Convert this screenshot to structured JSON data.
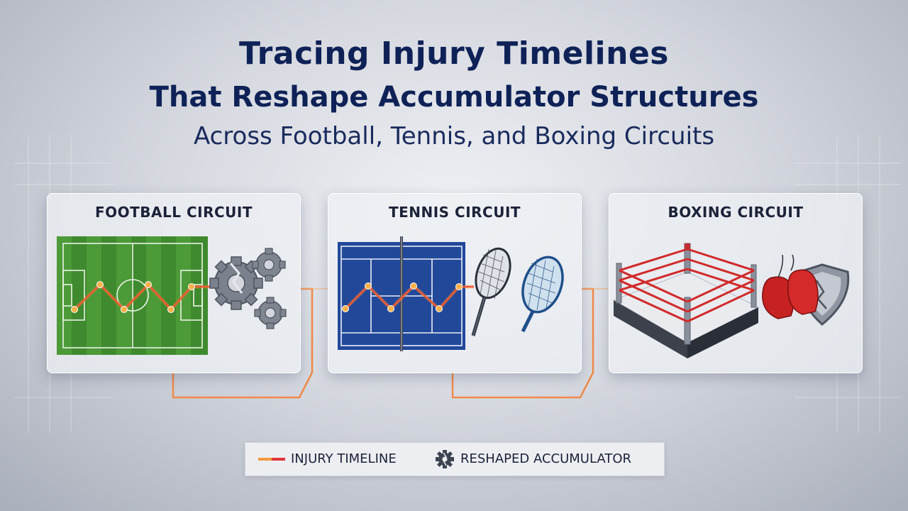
{
  "title": {
    "line1": "Tracing Injury Timelines",
    "line2": "That Reshape Accumulator Structures",
    "line3": "Across Football, Tennis, and Boxing Circuits"
  },
  "panels": [
    {
      "label": "FOOTBALL CIRCUIT",
      "icon": "gears-icon"
    },
    {
      "label": "TENNIS CIRCUIT",
      "icon": "broken-racket-icon"
    },
    {
      "label": "BOXING CIRCUIT",
      "icon": "boxing-gloves-shield-icon"
    }
  ],
  "legend": {
    "injury_timeline": "INJURY TIMELINE",
    "reshaped_accumulator": "RESHAPED ACCUMULATOR"
  },
  "colors": {
    "title": "#0f2257",
    "timeline_orange": "#f39a3c",
    "timeline_red": "#e0353a",
    "pitch_green": "#3f8a2e",
    "court_blue": "#22489a",
    "ring_red": "#d12a2a"
  }
}
